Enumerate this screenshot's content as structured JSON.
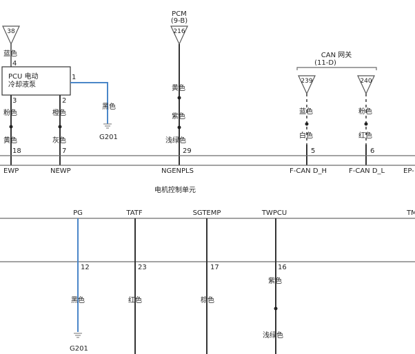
{
  "top_section": {
    "conn38": {
      "number": "38",
      "wire_color": "蓝色",
      "pin": "4"
    },
    "pcu_box": {
      "line1": "PCU 电动",
      "line2": "冷却液泵"
    },
    "pcu_out": {
      "pin": "1",
      "wire_color": "黑色",
      "ground": "G201"
    },
    "ewp": {
      "pin_up": "3",
      "color1": "粉色",
      "color2": "黄色",
      "pin": "18",
      "label": "EWP"
    },
    "newp": {
      "pin_up": "2",
      "color1": "橙色",
      "color2": "灰色",
      "pin": "7",
      "label": "NEWP"
    },
    "pcm": {
      "title": "PCM",
      "subtitle": "(9-B)",
      "number": "216",
      "color1": "黄色",
      "color2": "紫色",
      "color3": "浅绿色",
      "pin": "29",
      "label": "NGENPLS"
    },
    "can": {
      "title": "CAN 网关",
      "subtitle": "(11-D)",
      "h": {
        "number": "239",
        "color1": "蓝色",
        "color2": "白色",
        "pin": "5",
        "label": "F-CAN D_H"
      },
      "l": {
        "number": "240",
        "color1": "粉色",
        "color2": "红色",
        "pin": "6",
        "label": "F-CAN D_L"
      }
    },
    "ep_label": "EP-"
  },
  "unit_label": "电机控制单元",
  "bottom_section": {
    "pg": {
      "label": "PG",
      "pin": "12",
      "wire_color": "黑色",
      "ground": "G201"
    },
    "tatf": {
      "label": "TATF",
      "pin": "23",
      "wire_color": "红色"
    },
    "sgtemp": {
      "label": "SGTEMP",
      "pin": "17",
      "wire_color": "棕色"
    },
    "twpcu": {
      "label": "TWPCU",
      "pin": "16",
      "color1": "紫色",
      "color2": "浅绿色"
    },
    "tm_label": "TM"
  }
}
